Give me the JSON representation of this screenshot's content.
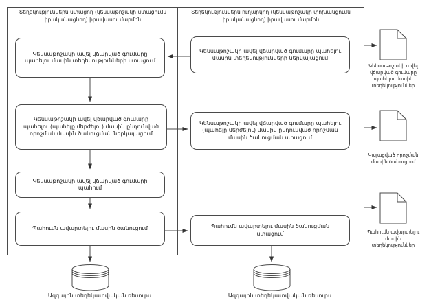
{
  "diagram": {
    "title": "Pension overpayment withholding information exchange flowchart",
    "colors": {
      "line": "#4a4a4a",
      "text": "#1c1c1c",
      "background": "#ffffff"
    },
    "lanes": [
      {
        "header": "Տեղեկություններն ստացող (կենսաթոշակի ստացումն իրականացնող) իրավասու մարմին"
      },
      {
        "header": "Տեղեկություններն ուղարկող (կենսաթոշակի փոխանցումն իրականացնող) իրավասու մարմին"
      }
    ],
    "receiver_steps": [
      "Կենսաթոշակի ավել վճարված գումարը պահելու մասին տեղեկությունների ստացում",
      "Կենսաթոշակի ավել վճարված գումարը պահելու (պահելը մերժելու) մասին ընդունված որոշման մասին ծանուցման ներկայացում",
      "Կենսաթոշակի ավել վճարված գումարի պահում",
      "Պահումն ավարտելու մասին ծանուցում"
    ],
    "sender_steps": [
      "Կենսաթոշակի ավել վճարված գումարը պահելու մասին տեղեկությունների ներկայացում",
      "Կենսաթոշակի ավել վճարված գումարը պահելու (պահելը մերժելու) մասին ընդունված որոշման մասին ծանուցման ստացում",
      "Պահումն ավարտելու մասին ծանուցման ստացում"
    ],
    "documents": [
      "Կենսաթոշակի ավել վճարված գումարը պահելու մասին տեղեկություններ",
      "Կայացված որոշման մասին ծանուցում",
      "Պահումն ավարտելու մասին տեղեկություններ"
    ],
    "databases": [
      "Ազգային տեղեկատվական ռեսուրս",
      "Ազգային տեղեկատվական ռեսուրս"
    ]
  }
}
